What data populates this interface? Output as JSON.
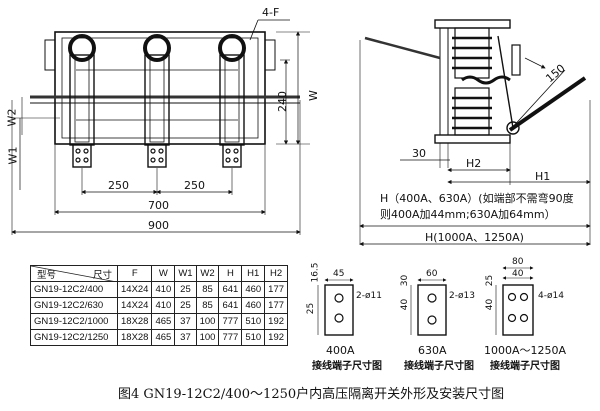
{
  "front_view": {
    "label_4F": "4-F",
    "dim_W2": "W2",
    "dim_W1": "W1",
    "dim_W": "W",
    "dim_240": "240",
    "dim_250_left": "250",
    "dim_250_right": "250",
    "dim_700": "700",
    "dim_900": "900"
  },
  "side_view": {
    "dim_150": "150",
    "dim_30": "30",
    "dim_H2": "H2",
    "dim_H1": "H1",
    "note_line1": "H（400A、630A）(如端部不需弯90度",
    "note_line2": "则400A加44mm;630A加64mm）",
    "dim_H_large": "H(1000A、1250A)"
  },
  "spec_table": {
    "header_model": "型号",
    "header_size": "尺寸",
    "columns": [
      "F",
      "W",
      "W1",
      "W2",
      "H",
      "H1",
      "H2"
    ],
    "rows": [
      {
        "model": "GN19-12C2/400",
        "values": [
          "14X24",
          "410",
          "25",
          "85",
          "641",
          "460",
          "177"
        ]
      },
      {
        "model": "GN19-12C2/630",
        "values": [
          "14X24",
          "410",
          "25",
          "85",
          "641",
          "460",
          "177"
        ]
      },
      {
        "model": "GN19-12C2/1000",
        "values": [
          "18X28",
          "465",
          "37",
          "100",
          "777",
          "510",
          "192"
        ]
      },
      {
        "model": "GN19-12C2/1250",
        "values": [
          "18X28",
          "465",
          "37",
          "100",
          "777",
          "510",
          "192"
        ]
      }
    ]
  },
  "terminals": [
    {
      "rating": "400A",
      "caption": "接线端子尺寸图",
      "dim_top": "45",
      "dim_side": "16.5",
      "dim_side2": "25",
      "hole": "2-ø11"
    },
    {
      "rating": "630A",
      "caption": "接线端子尺寸图",
      "dim_top": "60",
      "dim_side": "40",
      "dim_side2": "30",
      "hole": "2-ø13"
    },
    {
      "rating": "1000A～1250A",
      "caption": "接线端子尺寸图",
      "dim_top": "80",
      "dim_top2": "40",
      "dim_side": "40",
      "dim_side2": "25",
      "hole": "4-ø14"
    }
  ],
  "caption": "图4   GN19-12C2/400～1250户内高压隔离开关外形及安装尺寸图"
}
